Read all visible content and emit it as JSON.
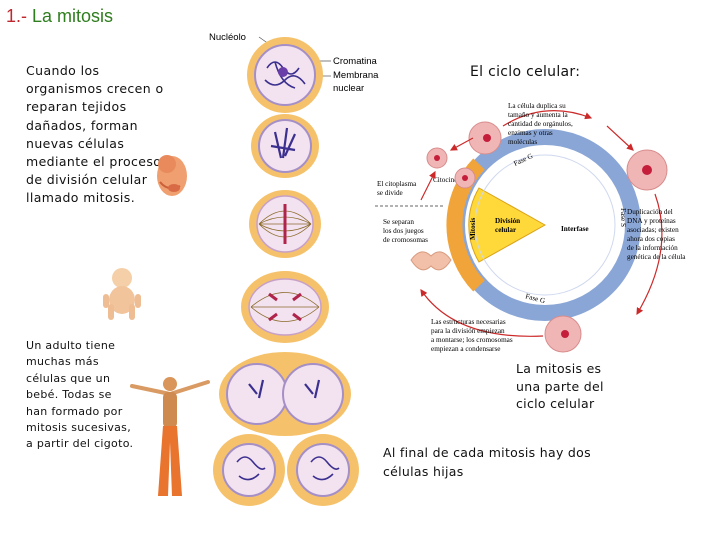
{
  "title": {
    "number": "1.-",
    "text": "La mitosis"
  },
  "intro_text": "Cuando los organismos crecen o reparan tejidos dañados, forman nuevas células mediante el proceso de división celular llamado mitosis.",
  "adult_text": "Un adulto tiene muchas más células que un bebé. Todas se han formado por mitosis sucesivas, a partir del cigoto.",
  "cycle_title": "El ciclo celular:",
  "mitosis_part_text": "La mitosis es una parte del ciclo celular",
  "final_text": "Al final de cada mitosis hay dos células hijas",
  "cell_labels": {
    "nucleolo": "Nucléolo",
    "cromatina": "Cromatina",
    "membrana": "Membrana",
    "nuclear": "nuclear"
  },
  "cycle_labels": {
    "duplica": [
      "La célula duplica su",
      "tamaño y aumenta la",
      "cantidad de orgánulos,",
      "enzimas y otras",
      "moléculas"
    ],
    "citoplasma": [
      "El citoplasma",
      "se divide"
    ],
    "citocinesis": "Citocinesis",
    "separan": [
      "Se separan",
      "los dos juegos",
      "de cromosomas"
    ],
    "mitosis": "Mitosis",
    "division": [
      "División",
      "celular"
    ],
    "interfase": "Interfase",
    "duplicacion": [
      "Duplicación del",
      "DNA y proteínas",
      "asociadas; existen",
      "ahora dos copias",
      "de la información",
      "genética de la célula"
    ],
    "estructuras": [
      "Las estructuras necesarias",
      "para la división empiezan",
      "a montarse; los cromosomas",
      "empiezan a condensarse"
    ],
    "fase_g_top": "Fase G",
    "fase_s": "Fase S",
    "fase_g_bottom": "Fase G"
  },
  "colors": {
    "title_green": "#2e7d1e",
    "title_red": "#c0282f",
    "stage_bg": "#f5c26b",
    "cell_fill": "#f3e2f0",
    "chromatin": "#3b2f8f",
    "cycle_blue": "#8aa6d6",
    "cycle_orange": "#f0a43a",
    "cycle_yellow": "#ffd83a",
    "arrow_red": "#cc2a2a"
  }
}
